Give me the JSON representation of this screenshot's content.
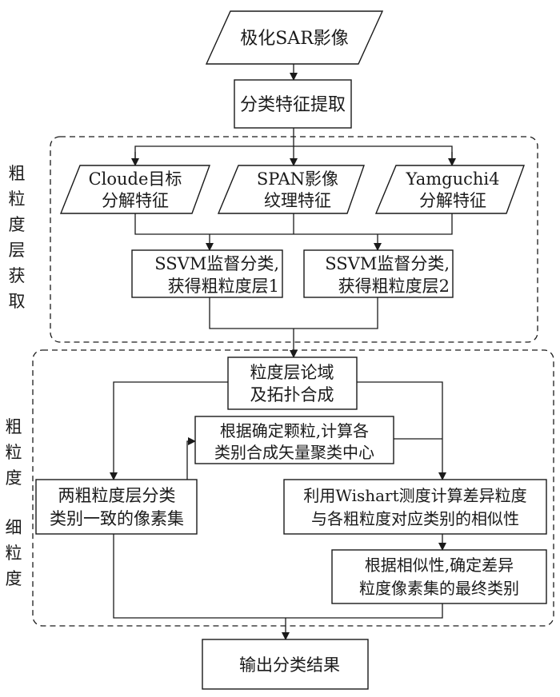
{
  "diagram": {
    "type": "flowchart",
    "nodes": {
      "input": {
        "shape": "parallelogram",
        "lines": [
          "极化SAR影像"
        ]
      },
      "feature_extract": {
        "shape": "rect",
        "lines": [
          "分类特征提取"
        ]
      },
      "cloude": {
        "shape": "parallelogram",
        "lines": [
          "Cloude目标",
          "分解特征"
        ]
      },
      "span": {
        "shape": "parallelogram",
        "lines": [
          "SPAN影像",
          "纹理特征"
        ]
      },
      "yamguchi": {
        "shape": "parallelogram",
        "lines": [
          "Yamguchi4",
          "分解特征"
        ]
      },
      "ssvm1": {
        "shape": "rect",
        "lines": [
          "SSVM监督分类,",
          "获得粗粒度层1"
        ]
      },
      "ssvm2": {
        "shape": "rect",
        "lines": [
          "SSVM监督分类,",
          "获得粗粒度层2"
        ]
      },
      "granular_fusion": {
        "shape": "rect",
        "lines": [
          "粒度层论域",
          "及拓扑合成"
        ]
      },
      "cluster_center": {
        "shape": "rect",
        "lines": [
          "根据确定颗粒,计算各",
          "类别合成矢量聚类中心"
        ]
      },
      "consistent_pixels": {
        "shape": "rect",
        "lines": [
          "两粗粒度层分类",
          "类别一致的像素集"
        ]
      },
      "wishart": {
        "shape": "rect",
        "lines": [
          "利用Wishart测度计算差异粒度",
          "与各粗粒度对应类别的相似性"
        ]
      },
      "final_class": {
        "shape": "rect",
        "lines": [
          "根据相似性,确定差异",
          "粒度像素集的最终类别"
        ]
      },
      "output": {
        "shape": "rect",
        "lines": [
          "输出分类结果"
        ]
      }
    },
    "groups": {
      "coarse": {
        "label_chars": [
          "粗",
          "粒",
          "度",
          "层",
          "获",
          "取"
        ]
      },
      "fine": {
        "label_chars_top": [
          "粗",
          "粒",
          "度"
        ],
        "label_chars_bottom": [
          "细",
          "粒",
          "度"
        ]
      }
    },
    "edges": [
      [
        "input",
        "feature_extract"
      ],
      [
        "feature_extract",
        "cloude"
      ],
      [
        "feature_extract",
        "span"
      ],
      [
        "feature_extract",
        "yamguchi"
      ],
      [
        "cloude",
        "ssvm1"
      ],
      [
        "span",
        "ssvm1"
      ],
      [
        "span",
        "ssvm2"
      ],
      [
        "yamguchi",
        "ssvm2"
      ],
      [
        "ssvm1",
        "granular_fusion"
      ],
      [
        "ssvm2",
        "granular_fusion"
      ],
      [
        "granular_fusion",
        "consistent_pixels"
      ],
      [
        "granular_fusion",
        "wishart"
      ],
      [
        "consistent_pixels",
        "cluster_center"
      ],
      [
        "cluster_center",
        "wishart"
      ],
      [
        "wishart",
        "final_class"
      ],
      [
        "consistent_pixels",
        "output"
      ],
      [
        "final_class",
        "output"
      ]
    ],
    "colors": {
      "stroke": "#1a1a1a",
      "background": "#ffffff"
    }
  }
}
